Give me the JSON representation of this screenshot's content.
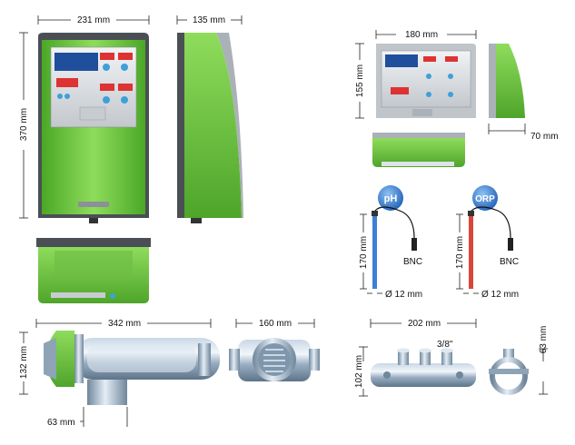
{
  "dimensions": {
    "main_width": "231 mm",
    "main_side_depth": "135 mm",
    "main_height": "370 mm",
    "small_width": "180  mm",
    "small_height": "155 mm",
    "small_depth": "70 mm",
    "probe_length_ph": "170 mm",
    "probe_diameter_ph": "Ø 12 mm",
    "probe_length_orp": "170 mm",
    "probe_diameter_orp": "Ø 12 mm",
    "cell_length": "342 mm",
    "cell_height": "132 mm",
    "cell_port": "63 mm",
    "cell_end_width": "160 mm",
    "manifold_length": "202 mm",
    "manifold_height": "102 mm",
    "manifold_thread": "3/8\"",
    "manifold_side": "63 mm"
  },
  "probes": {
    "ph_label": "pH",
    "orp_label": "ORP",
    "ph_connector": "BNC",
    "orp_connector": "BNC"
  },
  "colors": {
    "green": "#5cc232",
    "green_light": "#8fdc5c",
    "dark_frame": "#4a4f55",
    "steel": "#9fb3c8",
    "steel_dark": "#5d7488",
    "probe_blue": "#3d7fd6",
    "probe_red": "#d9463a"
  }
}
